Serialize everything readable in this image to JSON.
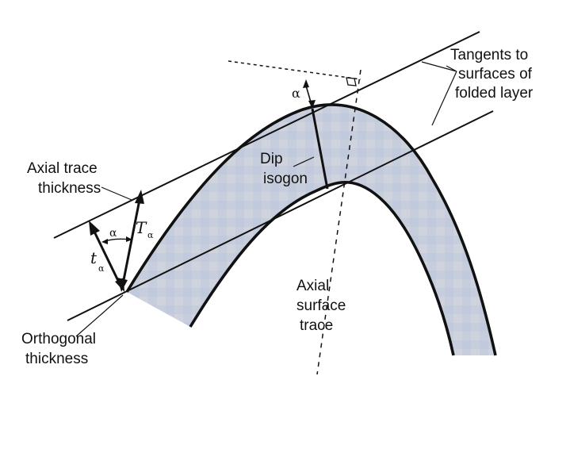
{
  "diagram": {
    "tangents_label_line1": "Tangents to",
    "tangents_label_line2": "surfaces of",
    "tangents_label_line3": "folded layer",
    "dip_isogon_line1": "Dip",
    "dip_isogon_line2": "isogon",
    "axial_trace_thickness_line1": "Axial trace",
    "axial_trace_thickness_line2": "thickness",
    "orthogonal_thickness_line1": "Orthogonal",
    "orthogonal_thickness_line2": "thickness",
    "axial_surface_trace_line1": "Axial",
    "axial_surface_trace_line2": "surface",
    "axial_surface_trace_line3": "trace",
    "alpha_symbol": "α",
    "axial_thickness_symbol": "T",
    "orthogonal_thickness_symbol": "t",
    "subscript_alpha": "α"
  },
  "colors": {
    "layer_fill": "#c9d0de",
    "line": "#111111"
  }
}
